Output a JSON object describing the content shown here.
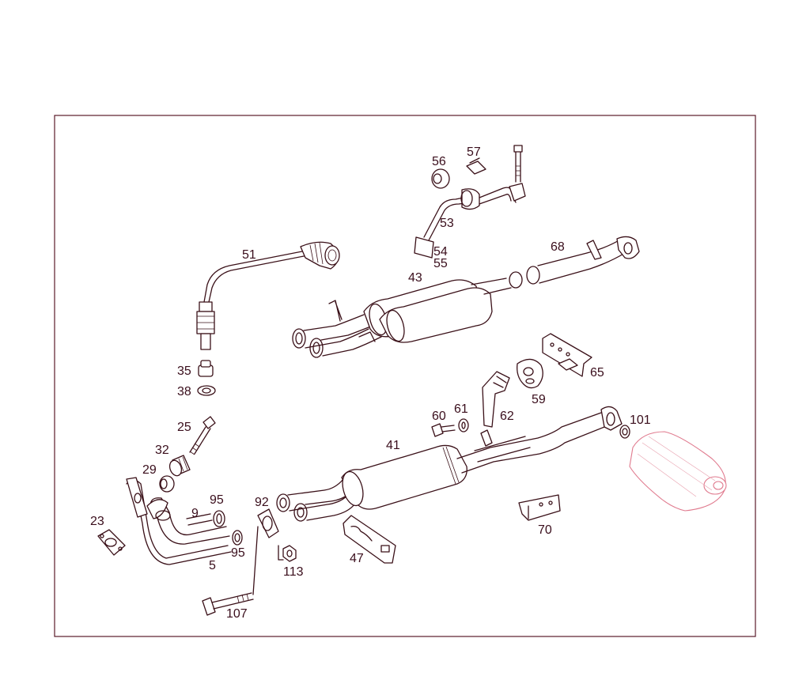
{
  "diagram": {
    "line_color": "#3a1018",
    "label_color": "#3a0e1c",
    "frame_color": "#5a1a2a",
    "ghost_color": "#e07a8e",
    "callouts": {
      "c5": "5",
      "c9": "9",
      "c23": "23",
      "c25": "25",
      "c29": "29",
      "c32": "32",
      "c35": "35",
      "c38": "38",
      "c41": "41",
      "c43": "43",
      "c47": "47",
      "c51": "51",
      "c53": "53",
      "c54": "54",
      "c55": "55",
      "c56": "56",
      "c57": "57",
      "c59": "59",
      "c60": "60",
      "c61": "61",
      "c62": "62",
      "c65": "65",
      "c68": "68",
      "c70": "70",
      "c92": "92",
      "c95a": "95",
      "c95b": "95",
      "c101": "101",
      "c107": "107",
      "c113": "113"
    }
  }
}
